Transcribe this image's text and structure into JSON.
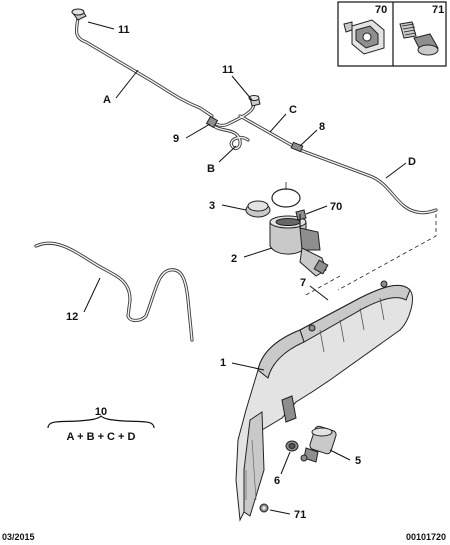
{
  "callouts": {
    "c11a": "11",
    "cA": "A",
    "c11b": "11",
    "cC": "C",
    "c8": "8",
    "c9": "9",
    "cB": "B",
    "cD": "D",
    "c3": "3",
    "c70": "70",
    "c2": "2",
    "c7": "7",
    "c12": "12",
    "c1": "1",
    "c5": "5",
    "c6": "6",
    "c71": "71"
  },
  "inset": {
    "label_70": "70",
    "label_71": "71"
  },
  "legend": {
    "number": "10",
    "formula": "A + B + C + D"
  },
  "footer": {
    "date": "03/2015",
    "reference": "00101720"
  }
}
